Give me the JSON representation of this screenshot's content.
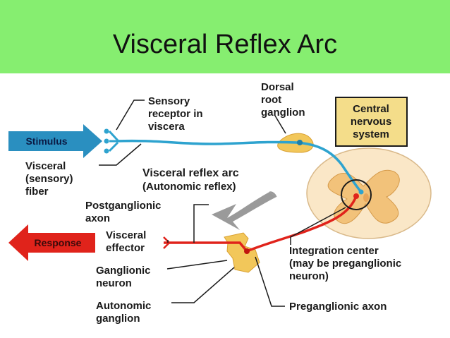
{
  "title": "Visceral Reflex Arc",
  "labels": {
    "sensory_receptor": [
      "Sensory",
      "receptor in",
      "viscera"
    ],
    "dorsal_root": [
      "Dorsal",
      "root",
      "ganglion"
    ],
    "cns": [
      "Central",
      "nervous",
      "system"
    ],
    "stimulus": "Stimulus",
    "visceral_fiber": [
      "Visceral",
      "(sensory)",
      "fiber"
    ],
    "reflex_arc": [
      "Visceral reflex arc",
      "(Autonomic reflex)"
    ],
    "postganglionic": [
      "Postganglionic",
      "axon"
    ],
    "response": "Response",
    "visceral_effector": [
      "Visceral",
      "effector"
    ],
    "integration": [
      "Integration center",
      "(may be preganglionic",
      "neuron)"
    ],
    "ganglionic_neuron": [
      "Ganglionic",
      "neuron"
    ],
    "autonomic_ganglion": [
      "Autonomic",
      "ganglion"
    ],
    "preganglionic_axon": "Preganglionic axon"
  },
  "colors": {
    "title_bar": "#86ee70",
    "sensory_path": "#2ea3cf",
    "motor_path": "#e0231b",
    "ganglion": "#f2c75a",
    "cns_box": "#f4dd8a",
    "spinal_cord": "#fae7c7",
    "gray_matter": "#f2c27a"
  }
}
